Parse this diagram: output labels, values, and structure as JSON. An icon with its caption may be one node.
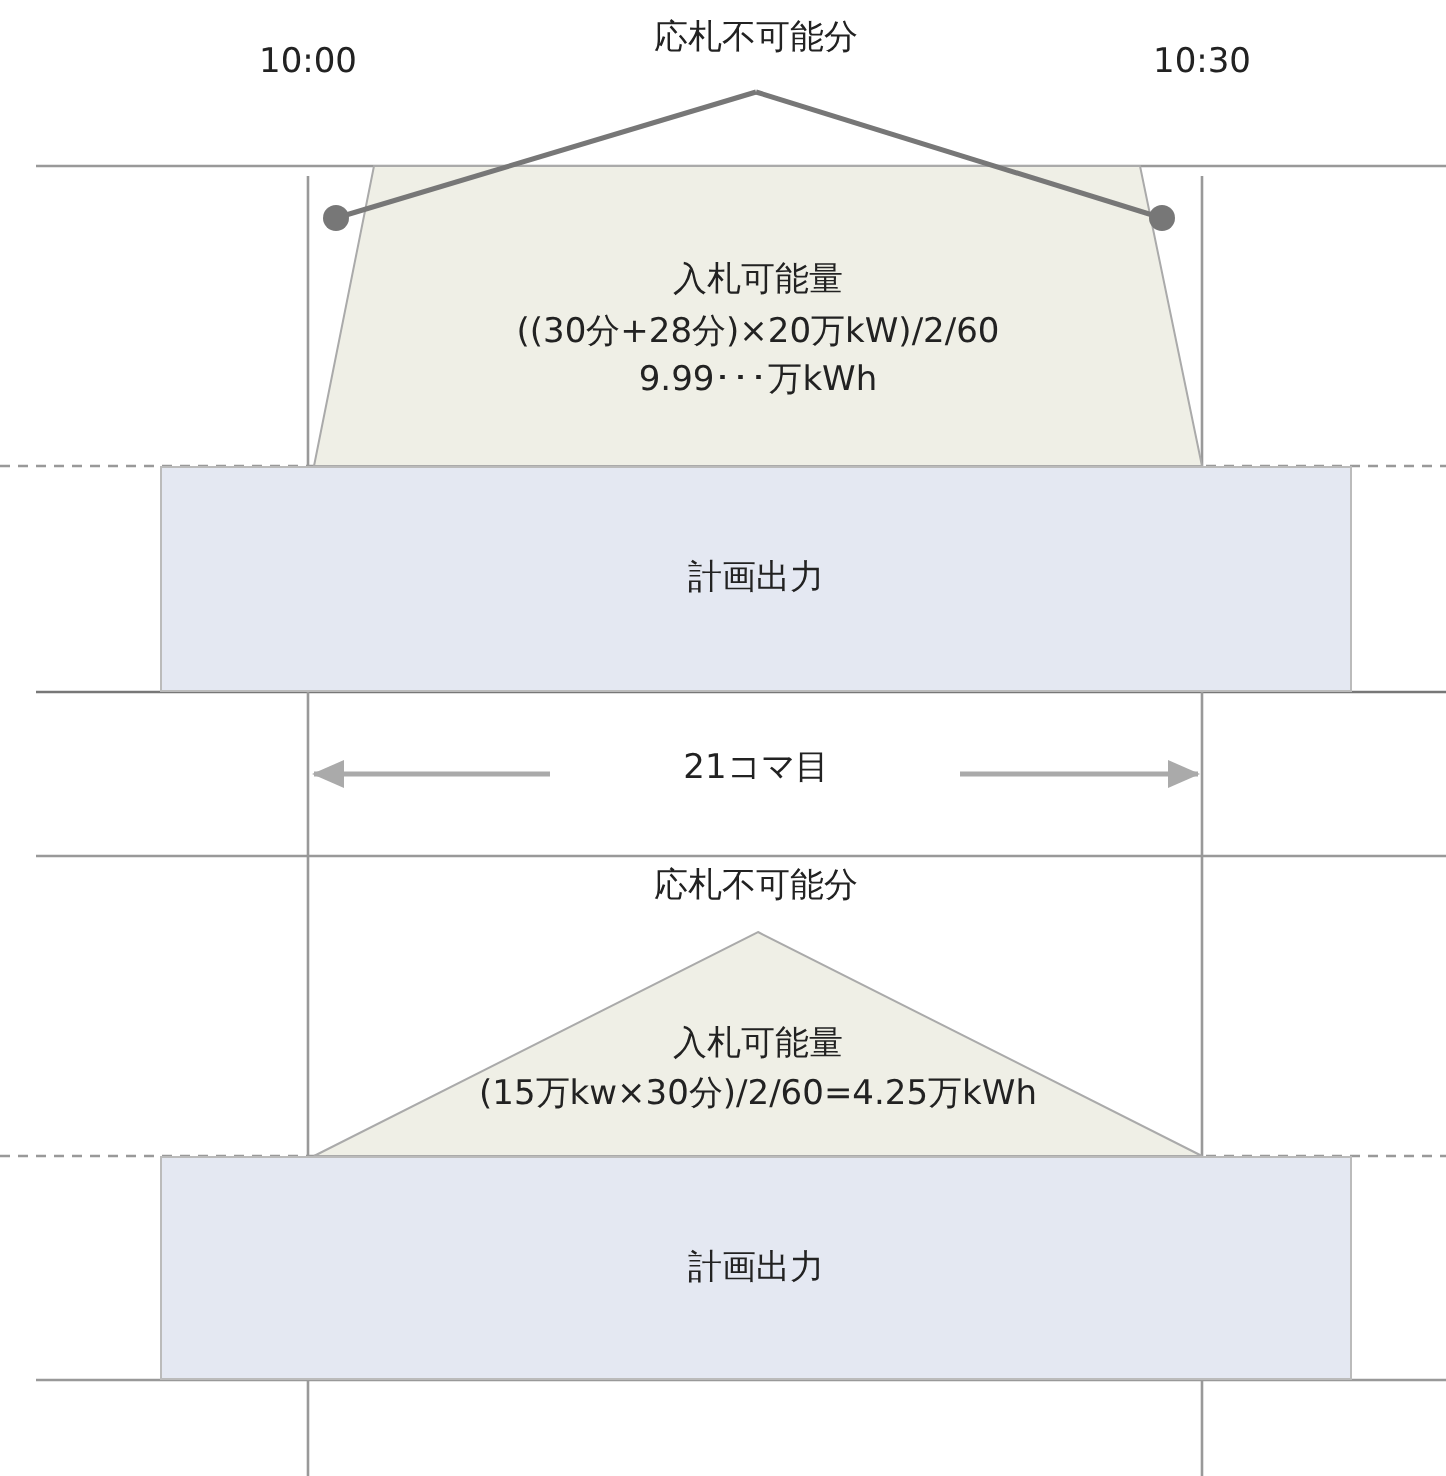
{
  "diagram": {
    "nodes": [
      {
        "text": [
          "応札不可能分"
        ]
      },
      {
        "text": [
          "入札可能量",
          "((30分+28分)×20万kW)/2/60",
          "9.99･･･万kWh"
        ]
      },
      {
        "text": [
          "計画出力"
        ]
      },
      {
        "text": [
          "入札可能量",
          "(15万kw×30分)/2/60=4.25万kWh"
        ]
      },
      {
        "text": [
          "計画出力"
        ]
      }
    ],
    "edges": [
      {
        "from": 0,
        "to": 1,
        "arrow": "other"
      },
      {
        "from": 0,
        "to": 1,
        "arrow": "other"
      }
    ],
    "labels": [
      "10:00",
      "10:30",
      "21コマ目",
      "応札不可能分"
    ]
  }
}
